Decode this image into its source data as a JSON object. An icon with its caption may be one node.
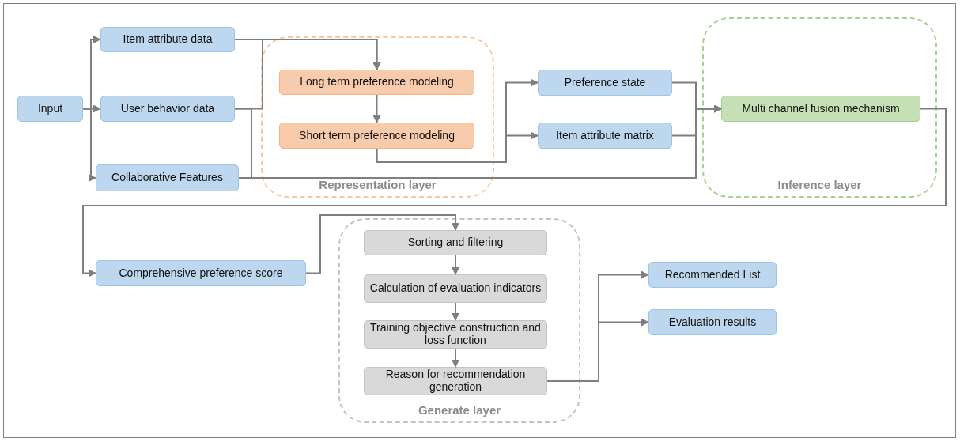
{
  "diagram": {
    "nodes": [
      {
        "text": [
          "Input"
        ]
      },
      {
        "text": [
          "Item attribute data"
        ]
      },
      {
        "text": [
          "User behavior data"
        ]
      },
      {
        "text": [
          "Collaborative Features"
        ]
      },
      {
        "text": [
          "Representation layer"
        ]
      },
      {
        "text": [
          "Long term preference modeling"
        ],
        "in": 4
      },
      {
        "text": [
          "Short term preference modeling"
        ],
        "in": 4
      },
      {
        "text": [
          "Preference state"
        ]
      },
      {
        "text": [
          "Item attribute matrix"
        ]
      },
      {
        "text": [
          "Inference layer"
        ]
      },
      {
        "text": [
          "Multi channel fusion mechanism"
        ],
        "in": 9
      },
      {
        "text": [
          "Comprehensive preference score"
        ]
      },
      {
        "text": [
          "Generate layer"
        ]
      },
      {
        "text": [
          "Sorting and filtering"
        ],
        "in": 12
      },
      {
        "text": [
          "Calculation of evaluation indicators"
        ],
        "in": 12
      },
      {
        "text": [
          "Training objective construction and loss function"
        ],
        "in": 12
      },
      {
        "text": [
          "Reason for recommendation generation"
        ],
        "in": 12
      },
      {
        "text": [
          "Recommended List"
        ]
      },
      {
        "text": [
          "Evaluation results"
        ]
      }
    ],
    "edges": [
      {
        "from": 0,
        "to": 1,
        "arrow": "to"
      },
      {
        "from": 0,
        "to": 2,
        "arrow": "to"
      },
      {
        "from": 0,
        "to": 3,
        "arrow": "to"
      },
      {
        "from": 1,
        "to": 5,
        "arrow": "to"
      },
      {
        "from": 2,
        "to": 5,
        "arrow": "to"
      },
      {
        "from": 2,
        "to": 10,
        "arrow": "to"
      },
      {
        "from": 3,
        "to": 10,
        "arrow": "to"
      },
      {
        "from": 5,
        "to": 6,
        "arrow": "to"
      },
      {
        "from": 6,
        "to": 7,
        "arrow": "to"
      },
      {
        "from": 6,
        "to": 8,
        "arrow": "to"
      },
      {
        "from": 7,
        "to": 10,
        "arrow": "to"
      },
      {
        "from": 8,
        "to": 10,
        "arrow": "to"
      },
      {
        "from": 10,
        "to": 11,
        "arrow": "to"
      },
      {
        "from": 11,
        "to": 13,
        "arrow": "to"
      },
      {
        "from": 13,
        "to": 14,
        "arrow": "to"
      },
      {
        "from": 14,
        "to": 15,
        "arrow": "to"
      },
      {
        "from": 15,
        "to": 16,
        "arrow": "to"
      },
      {
        "from": 16,
        "to": 17,
        "arrow": "to"
      },
      {
        "from": 16,
        "to": 18,
        "arrow": "to"
      }
    ]
  }
}
